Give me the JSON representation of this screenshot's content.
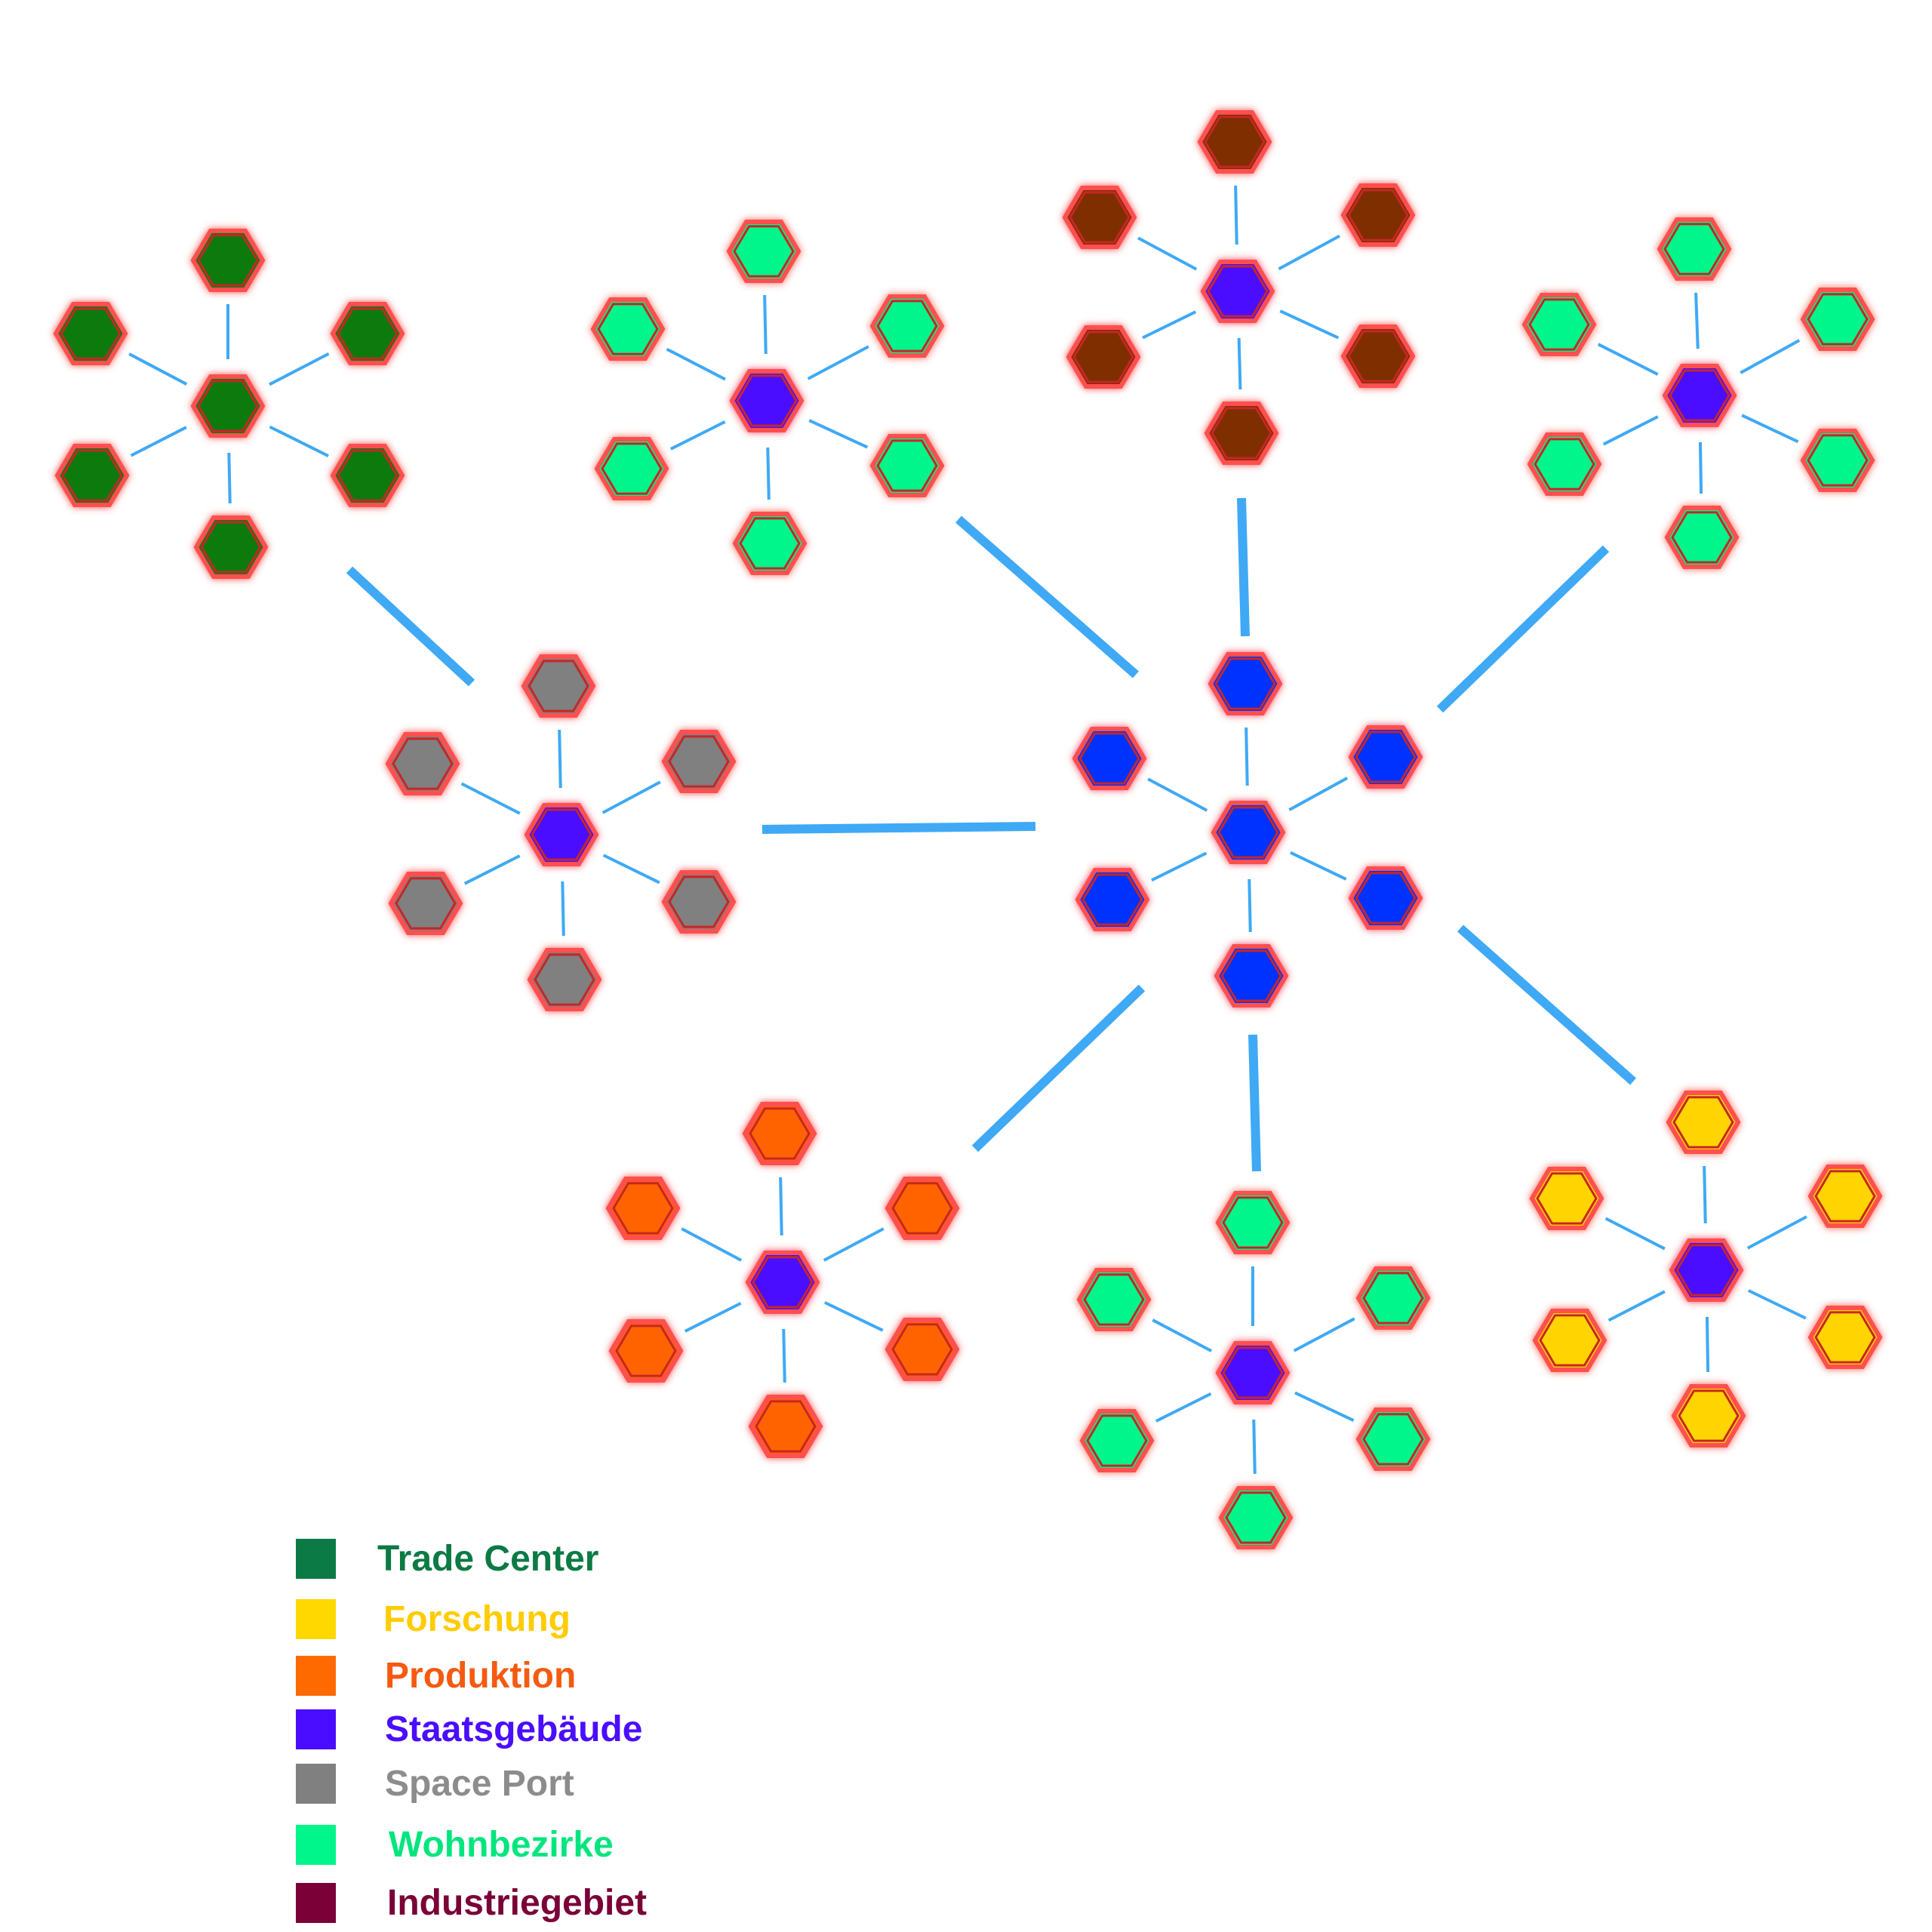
{
  "diagram": {
    "hubs": [
      {
        "id": "trade-cluster",
        "center_color": "#0d7a0d",
        "leaf_color": "#0d7a0d"
      },
      {
        "id": "residential-cluster-1",
        "center_color": "#4c0fff",
        "leaf_color": "#00f58a"
      },
      {
        "id": "industrial-cluster",
        "center_color": "#4c0fff",
        "leaf_color": "#7f2f00"
      },
      {
        "id": "residential-cluster-2",
        "center_color": "#4c0fff",
        "leaf_color": "#00f58a"
      },
      {
        "id": "spaceport-cluster",
        "center_color": "#4c0fff",
        "leaf_color": "#808080"
      },
      {
        "id": "core-cluster",
        "center_color": "#0032ff",
        "leaf_color": "#0032ff"
      },
      {
        "id": "production-cluster",
        "center_color": "#4c0fff",
        "leaf_color": "#ff6400"
      },
      {
        "id": "residential-cluster-3",
        "center_color": "#4c0fff",
        "leaf_color": "#00f58a"
      },
      {
        "id": "research-cluster",
        "center_color": "#4c0fff",
        "leaf_color": "#ffd400"
      }
    ],
    "link_color": "#3fa9f5",
    "hex_border_color": "#ff4040"
  },
  "legend": [
    {
      "label": "Trade Center",
      "swatch_color": "#0b7a45",
      "text_color": "#0b7a45"
    },
    {
      "label": "Forschung",
      "swatch_color": "#ffd800",
      "text_color": "#ffcc00"
    },
    {
      "label": "Produktion",
      "swatch_color": "#ff6a00",
      "text_color": "#f55a10"
    },
    {
      "label": "Staatsgebäude",
      "swatch_color": "#4a0dff",
      "text_color": "#4a0dff"
    },
    {
      "label": "Space Port",
      "swatch_color": "#808080",
      "text_color": "#8c8c8c"
    },
    {
      "label": "Wohnbezirke",
      "swatch_color": "#00f58a",
      "text_color": "#00e67e"
    },
    {
      "label": "Industriegebiet",
      "swatch_color": "#7a0037",
      "text_color": "#7a0037"
    }
  ]
}
